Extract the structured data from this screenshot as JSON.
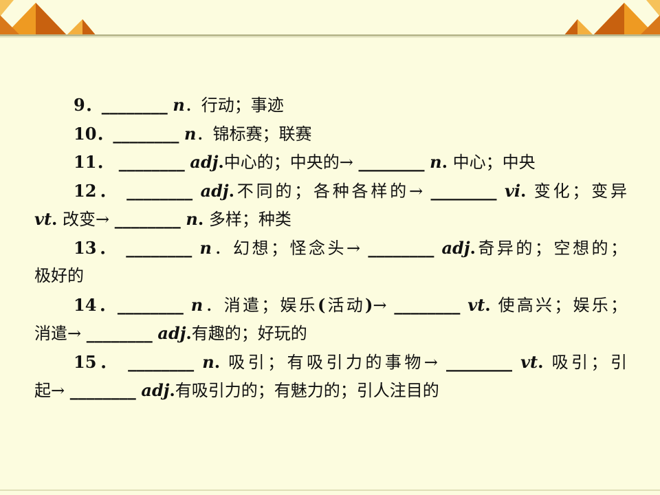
{
  "lines": [
    {
      "indent": true,
      "justify": false,
      "segments": [
        {
          "k": "num",
          "t": "9．"
        },
        {
          "k": "blank",
          "t": "________"
        },
        {
          "k": "txt",
          "t": " "
        },
        {
          "k": "pos",
          "t": "n"
        },
        {
          "k": "txt",
          "t": "．行动；事迹"
        }
      ]
    },
    {
      "indent": true,
      "justify": false,
      "segments": [
        {
          "k": "num",
          "t": "10．"
        },
        {
          "k": "blank",
          "t": "________"
        },
        {
          "k": "txt",
          "t": " "
        },
        {
          "k": "pos",
          "t": "n"
        },
        {
          "k": "txt",
          "t": "．锦标赛；联赛"
        }
      ]
    },
    {
      "indent": true,
      "justify": false,
      "segments": [
        {
          "k": "num",
          "t": "11．"
        },
        {
          "k": "blank",
          "t": " ________"
        },
        {
          "k": "txt",
          "t": " "
        },
        {
          "k": "pos",
          "t": "adj"
        },
        {
          "k": "num",
          "t": "."
        },
        {
          "k": "txt",
          "t": "中心的；中央的→ "
        },
        {
          "k": "blank",
          "t": "________"
        },
        {
          "k": "txt",
          "t": " "
        },
        {
          "k": "pos",
          "t": "n"
        },
        {
          "k": "num",
          "t": "."
        },
        {
          "k": "txt",
          "t": " 中心；中央"
        }
      ]
    },
    {
      "indent": true,
      "justify": true,
      "segments": [
        {
          "k": "num",
          "t": "12．"
        },
        {
          "k": "blank",
          "t": " ________"
        },
        {
          "k": "txt",
          "t": " "
        },
        {
          "k": "pos",
          "t": "adj"
        },
        {
          "k": "num",
          "t": "."
        },
        {
          "k": "txt",
          "t": "不同的；各种各样的→ "
        },
        {
          "k": "blank",
          "t": "________"
        },
        {
          "k": "txt",
          "t": " "
        },
        {
          "k": "pos",
          "t": "vi"
        },
        {
          "k": "num",
          "t": "."
        },
        {
          "k": "txt",
          "t": " 变化；变异"
        }
      ]
    },
    {
      "indent": false,
      "justify": false,
      "segments": [
        {
          "k": "pos",
          "t": "vt"
        },
        {
          "k": "num",
          "t": "."
        },
        {
          "k": "txt",
          "t": " 改变→ "
        },
        {
          "k": "blank",
          "t": "________"
        },
        {
          "k": "txt",
          "t": " "
        },
        {
          "k": "pos",
          "t": "n"
        },
        {
          "k": "num",
          "t": "."
        },
        {
          "k": "txt",
          "t": " 多样；种类"
        }
      ]
    },
    {
      "indent": true,
      "justify": true,
      "segments": [
        {
          "k": "num",
          "t": "13．"
        },
        {
          "k": "blank",
          "t": " ________"
        },
        {
          "k": "txt",
          "t": " "
        },
        {
          "k": "pos",
          "t": "n"
        },
        {
          "k": "txt",
          "t": "．幻想；怪念头→ "
        },
        {
          "k": "blank",
          "t": "________"
        },
        {
          "k": "txt",
          "t": " "
        },
        {
          "k": "pos",
          "t": "adj"
        },
        {
          "k": "num",
          "t": "."
        },
        {
          "k": "txt",
          "t": "奇异的；空想的；"
        }
      ]
    },
    {
      "indent": false,
      "justify": false,
      "segments": [
        {
          "k": "txt",
          "t": "极好的"
        }
      ]
    },
    {
      "indent": true,
      "justify": true,
      "segments": [
        {
          "k": "num",
          "t": "14．"
        },
        {
          "k": "blank",
          "t": "________"
        },
        {
          "k": "txt",
          "t": " "
        },
        {
          "k": "pos",
          "t": "n"
        },
        {
          "k": "txt",
          "t": "．消遣；娱乐"
        },
        {
          "k": "num",
          "t": "("
        },
        {
          "k": "txt",
          "t": "活动"
        },
        {
          "k": "num",
          "t": ")"
        },
        {
          "k": "txt",
          "t": "→ "
        },
        {
          "k": "blank",
          "t": "________"
        },
        {
          "k": "txt",
          "t": " "
        },
        {
          "k": "pos",
          "t": "vt"
        },
        {
          "k": "num",
          "t": "."
        },
        {
          "k": "txt",
          "t": " 使高兴；娱乐；"
        }
      ]
    },
    {
      "indent": false,
      "justify": false,
      "segments": [
        {
          "k": "txt",
          "t": "消遣→ "
        },
        {
          "k": "blank",
          "t": "________"
        },
        {
          "k": "txt",
          "t": " "
        },
        {
          "k": "pos",
          "t": "adj"
        },
        {
          "k": "num",
          "t": "."
        },
        {
          "k": "txt",
          "t": "有趣的；好玩的"
        }
      ]
    },
    {
      "indent": true,
      "justify": true,
      "segments": [
        {
          "k": "num",
          "t": "15．"
        },
        {
          "k": "blank",
          "t": " ________"
        },
        {
          "k": "txt",
          "t": " "
        },
        {
          "k": "pos",
          "t": "n"
        },
        {
          "k": "num",
          "t": "."
        },
        {
          "k": "txt",
          "t": " 吸引；有吸引力的事物→ "
        },
        {
          "k": "blank",
          "t": "________"
        },
        {
          "k": "txt",
          "t": " "
        },
        {
          "k": "pos",
          "t": "vt"
        },
        {
          "k": "num",
          "t": "."
        },
        {
          "k": "txt",
          "t": " 吸引；引"
        }
      ]
    },
    {
      "indent": false,
      "justify": false,
      "segments": [
        {
          "k": "txt",
          "t": "起→ "
        },
        {
          "k": "blank",
          "t": "________"
        },
        {
          "k": "txt",
          "t": " "
        },
        {
          "k": "pos",
          "t": "adj"
        },
        {
          "k": "num",
          "t": "."
        },
        {
          "k": "txt",
          "t": "有吸引力的；有魅力的；引人注目的"
        }
      ]
    }
  ],
  "colors": {
    "background": "#fcfcdf",
    "decoration": "#f0a020",
    "decoration_dark": "#c8610f",
    "text": "#111111"
  }
}
